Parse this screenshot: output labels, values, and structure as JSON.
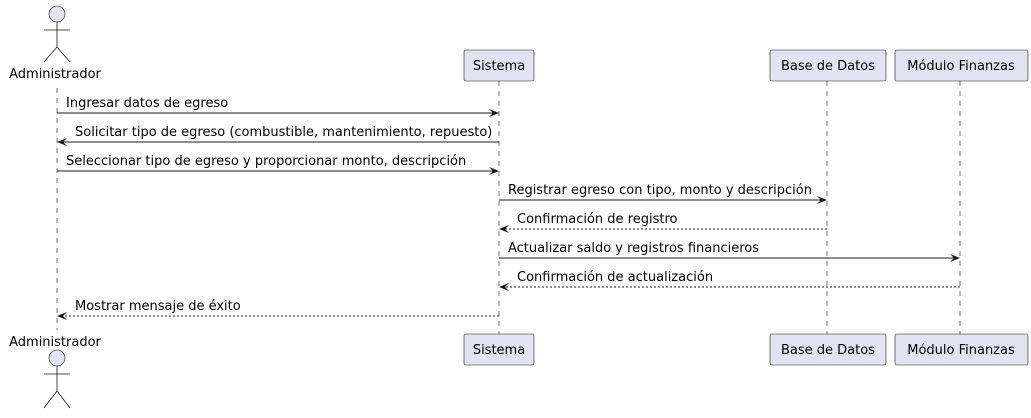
{
  "participants": [
    {
      "id": "admin",
      "label": "Administrador",
      "kind": "actor"
    },
    {
      "id": "sistema",
      "label": "Sistema",
      "kind": "participant"
    },
    {
      "id": "bd",
      "label": "Base de Datos",
      "kind": "participant"
    },
    {
      "id": "finanzas",
      "label": "Módulo Finanzas",
      "kind": "participant"
    }
  ],
  "messages": [
    {
      "from": "admin",
      "to": "sistema",
      "label": "Ingresar datos de egreso",
      "style": "solid"
    },
    {
      "from": "sistema",
      "to": "admin",
      "label": "Solicitar tipo de egreso (combustible, mantenimiento, repuesto)",
      "style": "solid"
    },
    {
      "from": "admin",
      "to": "sistema",
      "label": "Seleccionar tipo de egreso y proporcionar monto, descripción",
      "style": "solid"
    },
    {
      "from": "sistema",
      "to": "bd",
      "label": "Registrar egreso con tipo, monto y descripción",
      "style": "solid"
    },
    {
      "from": "bd",
      "to": "sistema",
      "label": "Confirmación de registro",
      "style": "dashed"
    },
    {
      "from": "sistema",
      "to": "finanzas",
      "label": "Actualizar saldo y registros financieros",
      "style": "solid"
    },
    {
      "from": "finanzas",
      "to": "sistema",
      "label": "Confirmación de actualización",
      "style": "dashed"
    },
    {
      "from": "sistema",
      "to": "admin",
      "label": "Mostrar mensaje de éxito",
      "style": "dashed"
    }
  ],
  "colors": {
    "participant_fill": "#E2E2F0",
    "line": "#181818"
  }
}
